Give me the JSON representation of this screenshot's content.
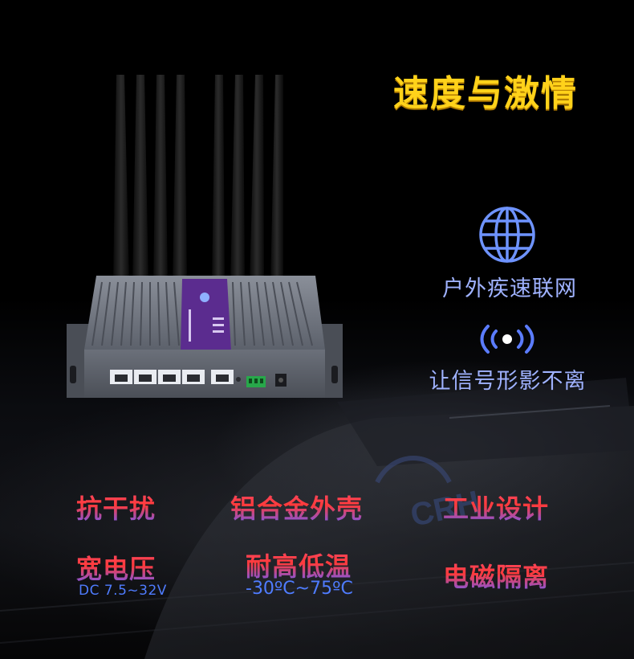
{
  "title": "速度与激情",
  "features": [
    {
      "icon": "globe-icon",
      "label": "户外疾速联网"
    },
    {
      "icon": "signal-icon",
      "label": "让信号形影不离"
    }
  ],
  "badges": [
    {
      "label": "抗干扰"
    },
    {
      "label": "铝合金外壳"
    },
    {
      "label": "工业设计"
    },
    {
      "label": "宽电压",
      "sub": "DC 7.5~32V"
    },
    {
      "label": "耐高低温",
      "sub": "-30ºC~75ºC"
    },
    {
      "label": "电磁隔离"
    }
  ],
  "colors": {
    "title": "#ffd21a",
    "feature_text": "#9fb2ff",
    "sub_text": "#4f7cff"
  },
  "background_watermark": "CRH"
}
